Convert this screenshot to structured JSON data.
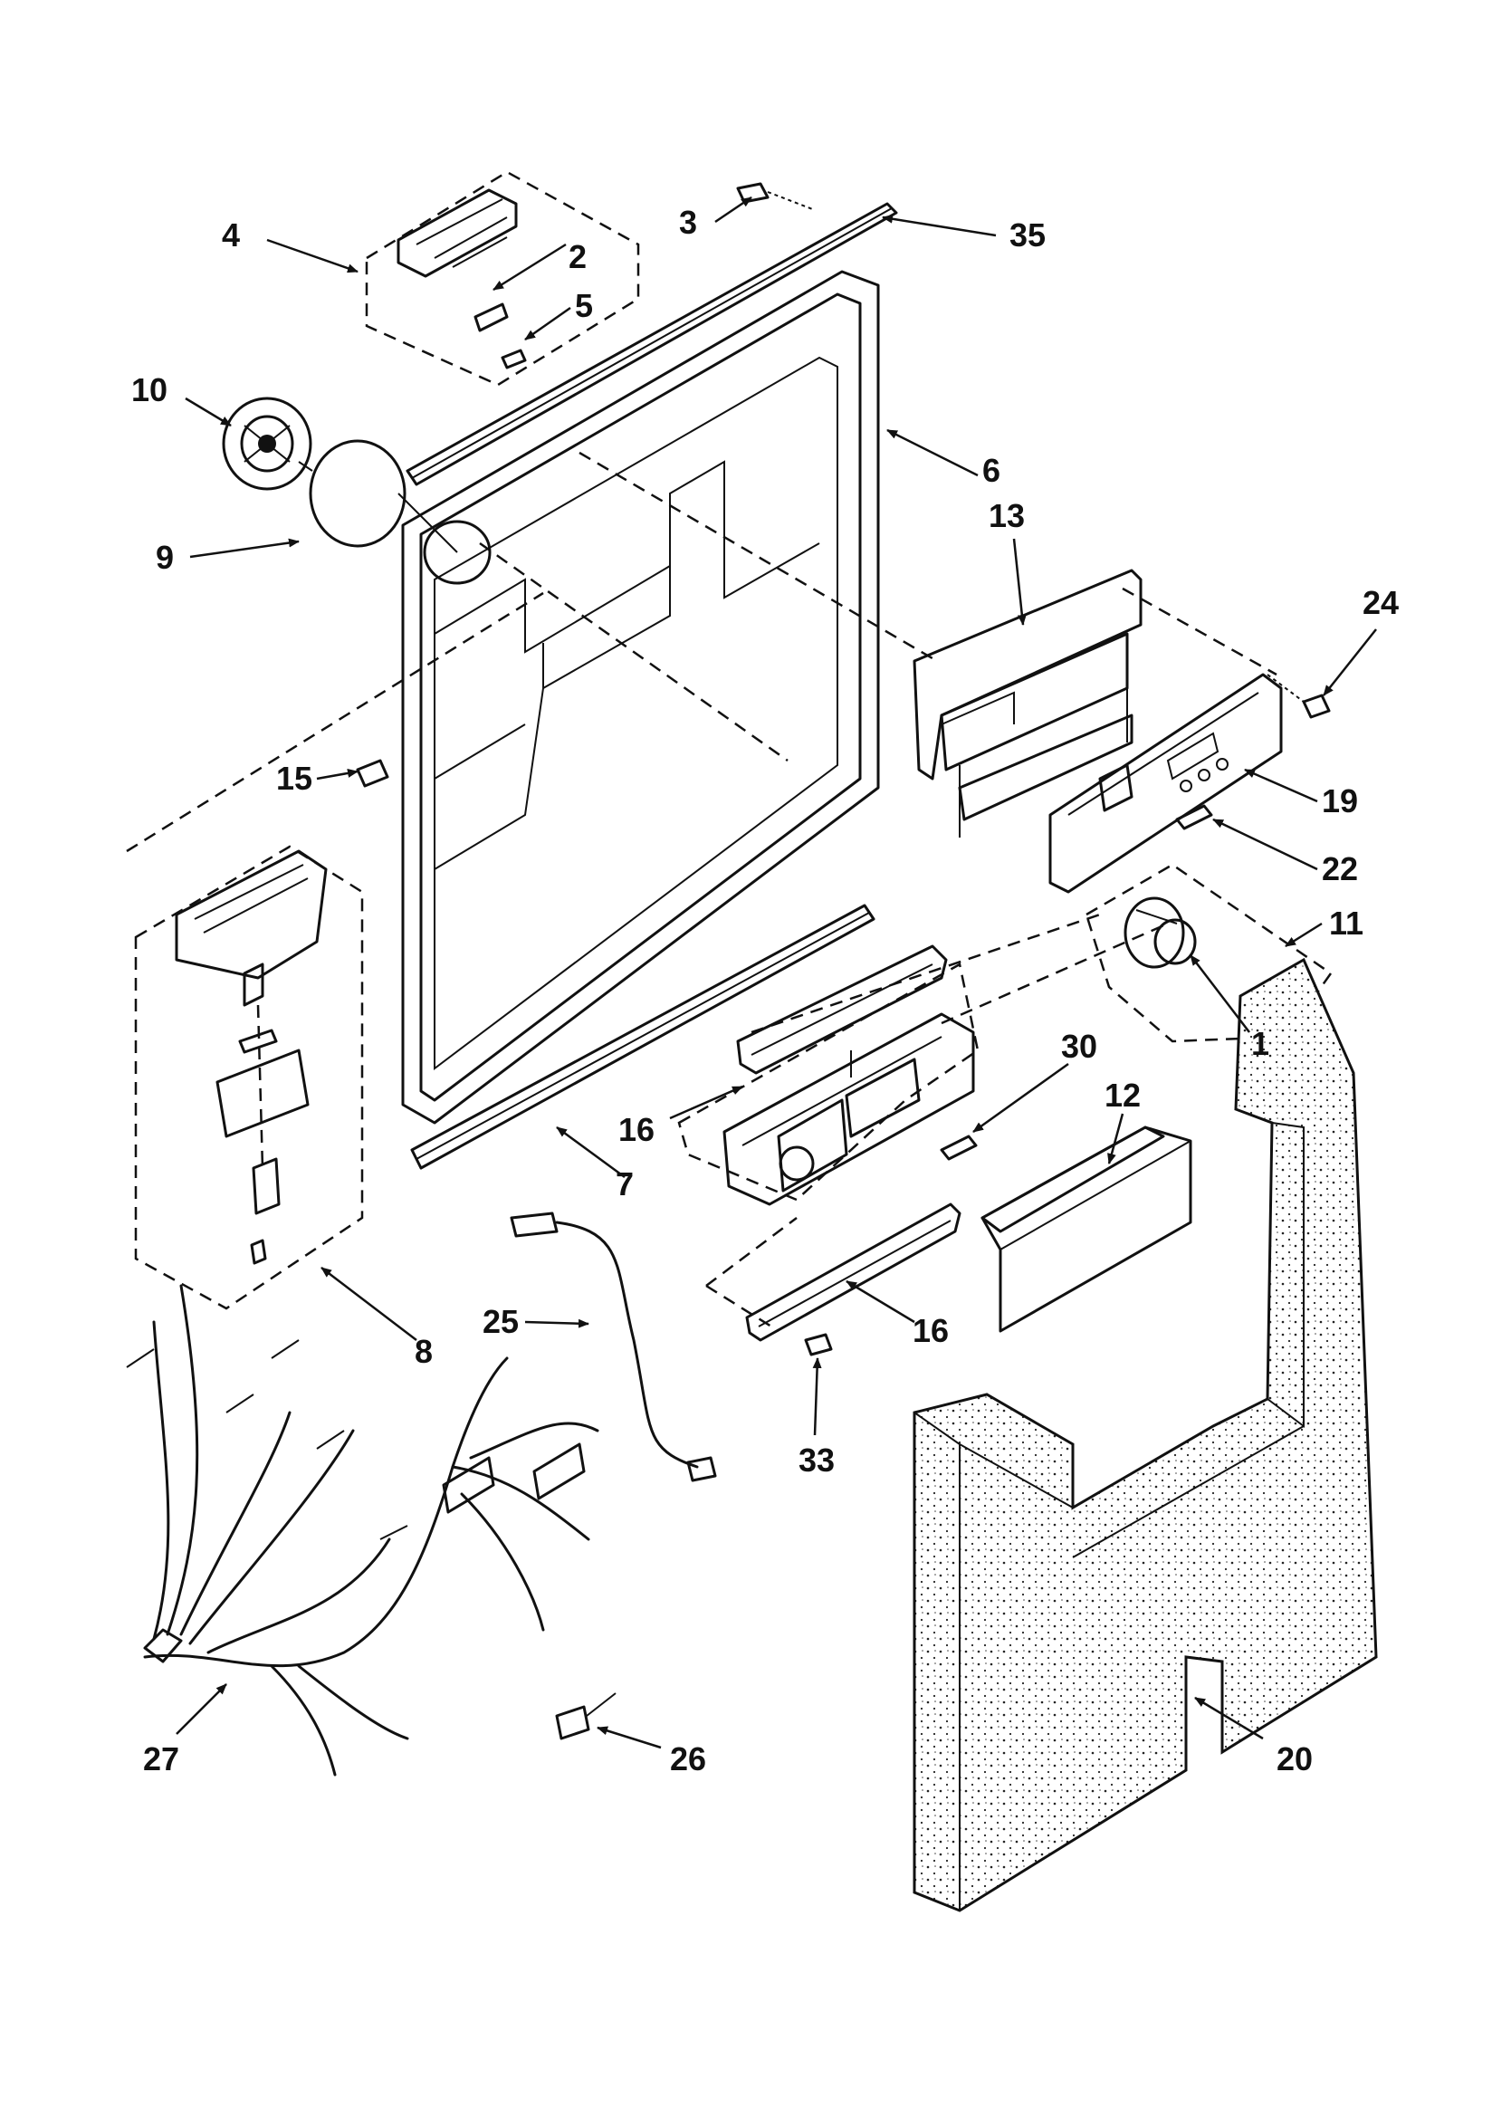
{
  "callouts": [
    {
      "id": "c1",
      "text": "1"
    },
    {
      "id": "c2",
      "text": "2"
    },
    {
      "id": "c3",
      "text": "3"
    },
    {
      "id": "c4",
      "text": "4"
    },
    {
      "id": "c5",
      "text": "5"
    },
    {
      "id": "c6",
      "text": "6"
    },
    {
      "id": "c7",
      "text": "7"
    },
    {
      "id": "c8",
      "text": "8"
    },
    {
      "id": "c9",
      "text": "9"
    },
    {
      "id": "c10",
      "text": "10"
    },
    {
      "id": "c11",
      "text": "11"
    },
    {
      "id": "c12",
      "text": "12"
    },
    {
      "id": "c13",
      "text": "13"
    },
    {
      "id": "c15",
      "text": "15"
    },
    {
      "id": "c16a",
      "text": "16"
    },
    {
      "id": "c16b",
      "text": "16"
    },
    {
      "id": "c19",
      "text": "19"
    },
    {
      "id": "c20",
      "text": "20"
    },
    {
      "id": "c22",
      "text": "22"
    },
    {
      "id": "c24",
      "text": "24"
    },
    {
      "id": "c25",
      "text": "25"
    },
    {
      "id": "c26",
      "text": "26"
    },
    {
      "id": "c27",
      "text": "27"
    },
    {
      "id": "c30",
      "text": "30"
    },
    {
      "id": "c33",
      "text": "33"
    },
    {
      "id": "c35",
      "text": "35"
    }
  ],
  "colors": {
    "ink": "#111111",
    "paper": "#ffffff"
  }
}
